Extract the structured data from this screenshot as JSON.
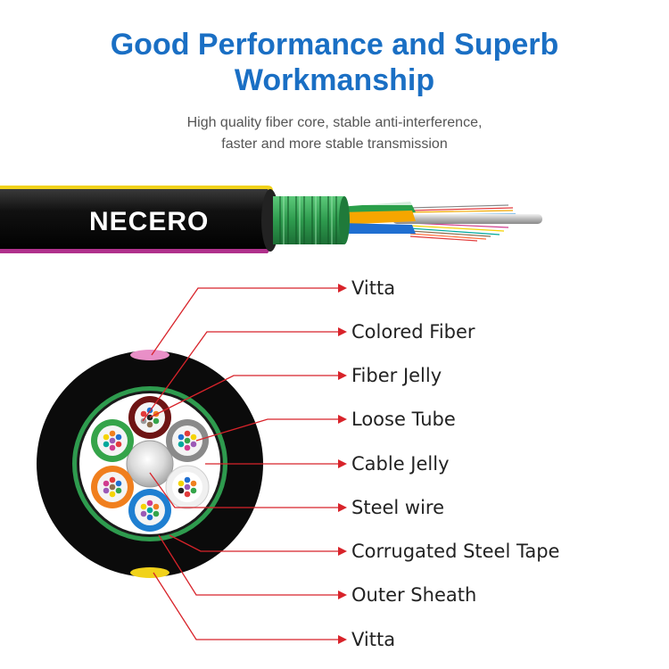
{
  "header": {
    "title_line1": "Good Performance and Superb",
    "title_line2": "Workmanship",
    "subtitle_line1": "High quality fiber core, stable anti-interference,",
    "subtitle_line2": "faster and more stable transmission"
  },
  "cable": {
    "brand": "NECERO"
  },
  "labels": [
    {
      "id": "vitta-top",
      "text": "Vitta"
    },
    {
      "id": "colored-fiber",
      "text": "Colored Fiber"
    },
    {
      "id": "fiber-jelly",
      "text": "Fiber Jelly"
    },
    {
      "id": "loose-tube",
      "text": "Loose Tube"
    },
    {
      "id": "cable-jelly",
      "text": "Cable Jelly"
    },
    {
      "id": "steel-wire",
      "text": "Steel wire"
    },
    {
      "id": "corrugated-steel-tape",
      "text": "Corrugated Steel Tape"
    },
    {
      "id": "outer-sheath",
      "text": "Outer Sheath"
    },
    {
      "id": "vitta-bottom",
      "text": "Vitta"
    }
  ],
  "colors": {
    "title": "#1a6fc4",
    "leader_line": "#d8232a",
    "sheath": "#111111",
    "armor": "#2e9b4e",
    "vitta_top": "#e98fc7",
    "vitta_bottom": "#f1d21a"
  }
}
